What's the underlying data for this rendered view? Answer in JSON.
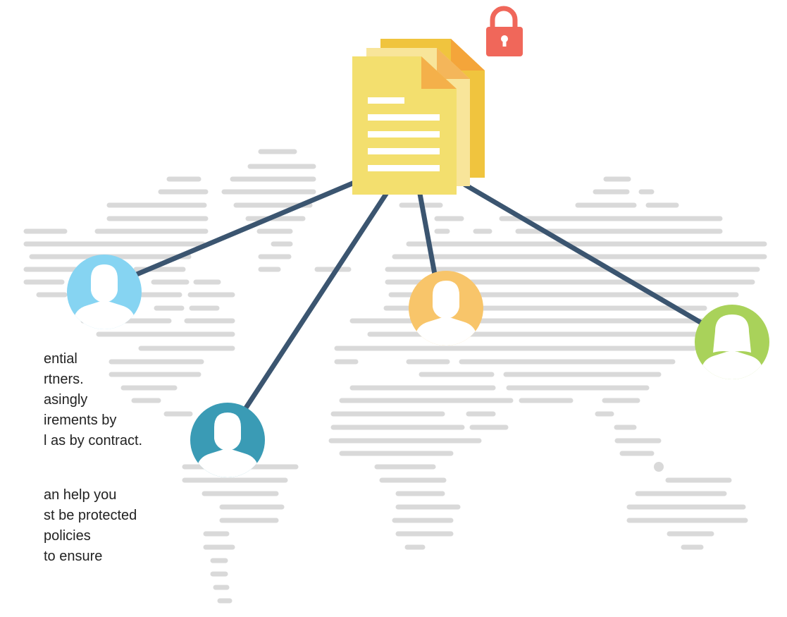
{
  "paragraph_1": {
    "lines": [
      "ential",
      "rtners.",
      "asingly",
      "irements by",
      "l as by contract."
    ]
  },
  "paragraph_2": {
    "lines": [
      "an help you",
      "st be protected",
      "policies",
      "to ensure"
    ]
  },
  "icons": {
    "document": "document-stack-icon",
    "lock": "lock-icon",
    "users": [
      "user-avatar-light-blue",
      "user-avatar-teal",
      "user-avatar-orange",
      "user-avatar-green"
    ]
  },
  "colors": {
    "map_dash": "#d9d9d9",
    "connector": "#3b5570",
    "lock": "#f0675a",
    "doc_front": "#f3df6e",
    "doc_fold": "#f4b04a",
    "doc_back": "#f0c43e",
    "avatar_light_blue": "#86d4f2",
    "avatar_teal": "#3a9bb5",
    "avatar_orange": "#f8c56a",
    "avatar_green": "#a9d25a"
  }
}
